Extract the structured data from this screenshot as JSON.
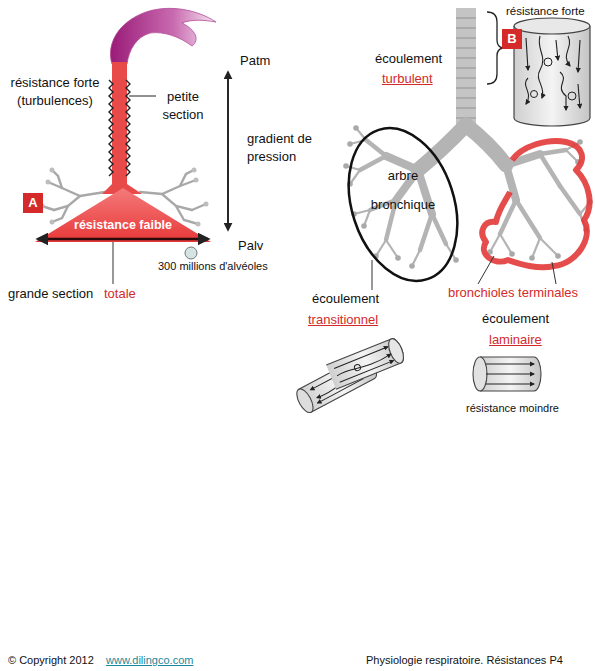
{
  "diagram": {
    "nodes": [
      {
        "text": [
          "A"
        ]
      },
      {
        "text": [
          "résistance faible"
        ]
      },
      {
        "text": [
          "B"
        ]
      },
      {
        "text": [
          "arbre bronchique"
        ]
      }
    ],
    "labels": [
      "résistance forte (turbulences)",
      "petite section",
      "Patm",
      "gradient de pression",
      "Palv",
      "300 millions d'alvéoles",
      "grande section",
      "totale",
      "résistance forte",
      "écoulement",
      "turbulent",
      "écoulement",
      "transitionnel",
      "bronchioles terminales",
      "écoulement",
      "laminaire",
      "résistance moindre",
      "© Copyright 2012",
      "www.dilingco.com",
      "Physiologie respiratoire. Résistances P4"
    ]
  }
}
